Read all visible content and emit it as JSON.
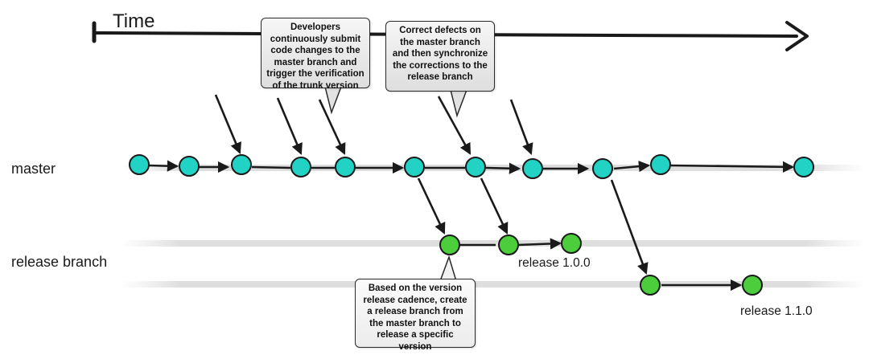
{
  "time_label": "Time",
  "lanes": {
    "master": "master",
    "release": "release branch"
  },
  "release_labels": {
    "r100": "release 1.0.0",
    "r110": "release 1.1.0"
  },
  "callouts": {
    "developers": "Developers continuously submit code changes to the master branch and trigger the verification of the trunk version",
    "defects": "Correct defects on the master branch and then synchronize the corrections to the release branch",
    "release_cadence": "Based on the version release cadence, create a release branch from the master branch to release a specific version"
  },
  "colors": {
    "master_commit": "#22d3c5",
    "release_commit": "#4ccd3c",
    "stroke": "#1a1a1a"
  }
}
